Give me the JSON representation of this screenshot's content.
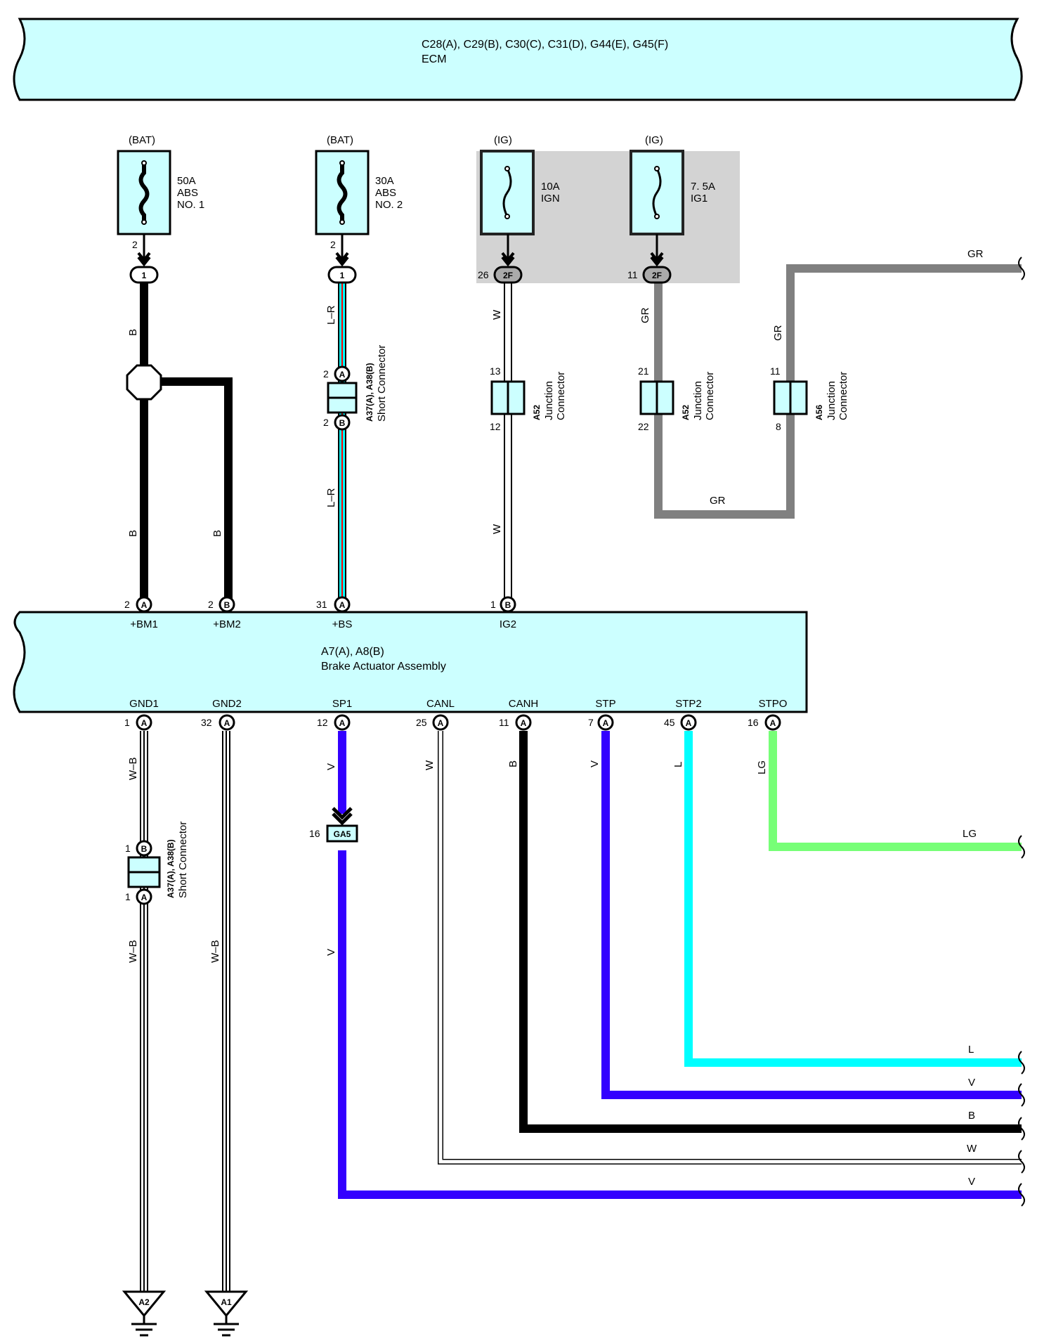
{
  "ecm": {
    "line1": "C28(A), C29(B), C30(C), C31(D), G44(E), G45(F)",
    "line2": "ECM"
  },
  "actuator": {
    "line1": "A7(A), A8(B)",
    "line2": "Brake Actuator Assembly"
  },
  "fuses": [
    {
      "source": "(BAT)",
      "rating": "50A",
      "name1": "ABS",
      "name2": "NO. 1",
      "pin": "2",
      "conn": "1"
    },
    {
      "source": "(BAT)",
      "rating": "30A",
      "name1": "ABS",
      "name2": "NO. 2",
      "pin": "2",
      "conn": "1"
    },
    {
      "source": "(IG)",
      "rating": "10A",
      "name1": "IGN",
      "name2": "",
      "pin": "26",
      "conn": "2F"
    },
    {
      "source": "(IG)",
      "rating": "7. 5A",
      "name1": "IG1",
      "name2": "",
      "pin": "11",
      "conn": "2F"
    }
  ],
  "top_terminals": [
    {
      "name": "+BM1",
      "pin": "2",
      "conn": "A"
    },
    {
      "name": "+BM2",
      "pin": "2",
      "conn": "B"
    },
    {
      "name": "+BS",
      "pin": "31",
      "conn": "A"
    },
    {
      "name": "IG2",
      "pin": "1",
      "conn": "B"
    }
  ],
  "bottom_terminals": [
    {
      "name": "GND1",
      "pin": "1",
      "conn": "A"
    },
    {
      "name": "GND2",
      "pin": "32",
      "conn": "A"
    },
    {
      "name": "SP1",
      "pin": "12",
      "conn": "A"
    },
    {
      "name": "CANL",
      "pin": "25",
      "conn": "A"
    },
    {
      "name": "CANH",
      "pin": "11",
      "conn": "A"
    },
    {
      "name": "STP",
      "pin": "7",
      "conn": "A"
    },
    {
      "name": "STP2",
      "pin": "45",
      "conn": "A"
    },
    {
      "name": "STPO",
      "pin": "16",
      "conn": "A"
    }
  ],
  "wire_colors": {
    "b": "B",
    "lr": "L–R",
    "w": "W",
    "gr": "GR",
    "wb": "W–B",
    "v": "V",
    "l": "L",
    "lg": "LG"
  },
  "short_connector": {
    "id": "A37(A), A38(B)",
    "name": "Short Connector",
    "pin_a": "2",
    "pin_b": "2",
    "conn_a": "A",
    "conn_b": "B"
  },
  "short_connector2": {
    "pin_b": "1",
    "pin_a": "1",
    "conn_b": "B",
    "conn_a": "A"
  },
  "junctions": [
    {
      "id": "A52",
      "name1": "Junction",
      "name2": "Connector",
      "pin_top": "13",
      "pin_bottom": "12"
    },
    {
      "id": "A52",
      "name1": "Junction",
      "name2": "Connector",
      "pin_top": "21",
      "pin_bottom": "22"
    },
    {
      "id": "A56",
      "name1": "Junction",
      "name2": "Connector",
      "pin_top": "11",
      "pin_bottom": "8"
    }
  ],
  "ga5": {
    "pin": "16",
    "conn": "GA5"
  },
  "grounds": [
    {
      "label": "A2"
    },
    {
      "label": "A1"
    }
  ],
  "colors": {
    "fill": "#ccffff",
    "black": "#000000",
    "gray": "#808080",
    "red": "#ff0000",
    "cyan": "#00ffff",
    "violet": "#3300ff",
    "lightgreen": "#77ff77",
    "highlight": "#d3d3d3"
  }
}
